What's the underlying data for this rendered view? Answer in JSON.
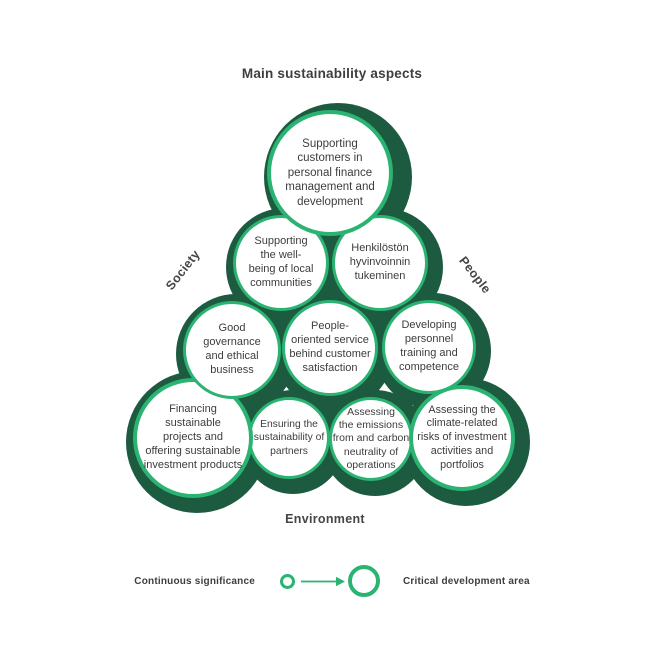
{
  "title": "Main sustainability aspects",
  "group_labels": {
    "society": "Society",
    "people": "People",
    "environment": "Environment"
  },
  "circles": [
    {
      "id": "supporting-customers",
      "text": "Supporting\ncustomers in\npersonal finance\nmanagement and\ndevelopment"
    },
    {
      "id": "wellbeing-local-communities",
      "text": "Supporting\nthe well-\nbeing of local\ncommunities"
    },
    {
      "id": "henkiloston-hyvinvointi",
      "text": "Henkilöstön\nhyvinvoinnin\ntukeminen"
    },
    {
      "id": "good-governance",
      "text": "Good\ngovernance\nand ethical\nbusiness"
    },
    {
      "id": "people-oriented-service",
      "text": "People-\noriented service\nbehind customer\nsatisfaction"
    },
    {
      "id": "personnel-training",
      "text": "Developing\npersonnel\ntraining and\ncompetence"
    },
    {
      "id": "financing-sustainable",
      "text": "Financing\nsustainable\nprojects and\noffering sustainable\ninvestment products"
    },
    {
      "id": "partner-sustainability",
      "text": "Ensuring the\nsustainability of\npartners"
    },
    {
      "id": "emissions-carbon-neutrality",
      "text": "Assessing\nthe emissions\nfrom and carbon\nneutrality of\noperations"
    },
    {
      "id": "climate-risks-investment",
      "text": "Assessing the\nclimate-related\nrisks of investment\nactivities and\nportfolios"
    }
  ],
  "legend": {
    "continuous_label": "Continuous significance",
    "critical_label": "Critical development area"
  },
  "colors": {
    "ring_green": "#2bb372",
    "shadow_green": "#1d5b41",
    "text_gray": "#3d3d3d",
    "background": "#ffffff"
  }
}
